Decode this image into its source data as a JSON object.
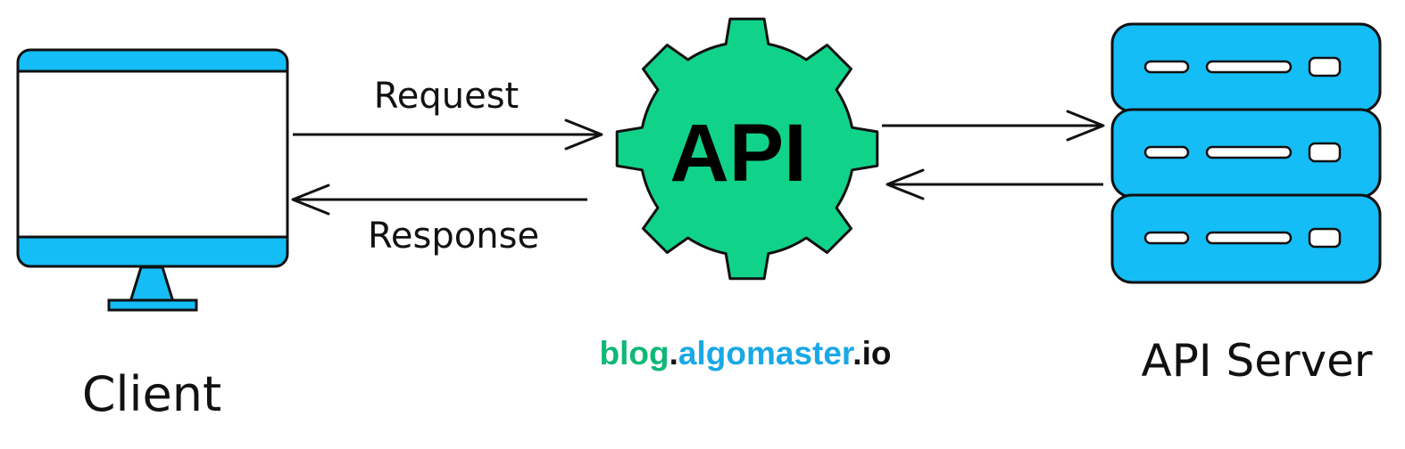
{
  "labels": {
    "request": "Request",
    "response": "Response",
    "client": "Client",
    "server": "API Server",
    "api": "API"
  },
  "watermark": {
    "part1": "blog",
    "dot1": ".",
    "part2": "algomaster",
    "dot2": ".",
    "part3": "io"
  },
  "colors": {
    "client_blue": "#14bdf5",
    "gear_green": "#10d389",
    "brand_green": "#0fb877",
    "brand_blue": "#1aa8e6",
    "outline": "#111111"
  },
  "icons": {
    "client": "monitor-icon",
    "api": "gear-icon",
    "server": "server-rack-icon"
  }
}
